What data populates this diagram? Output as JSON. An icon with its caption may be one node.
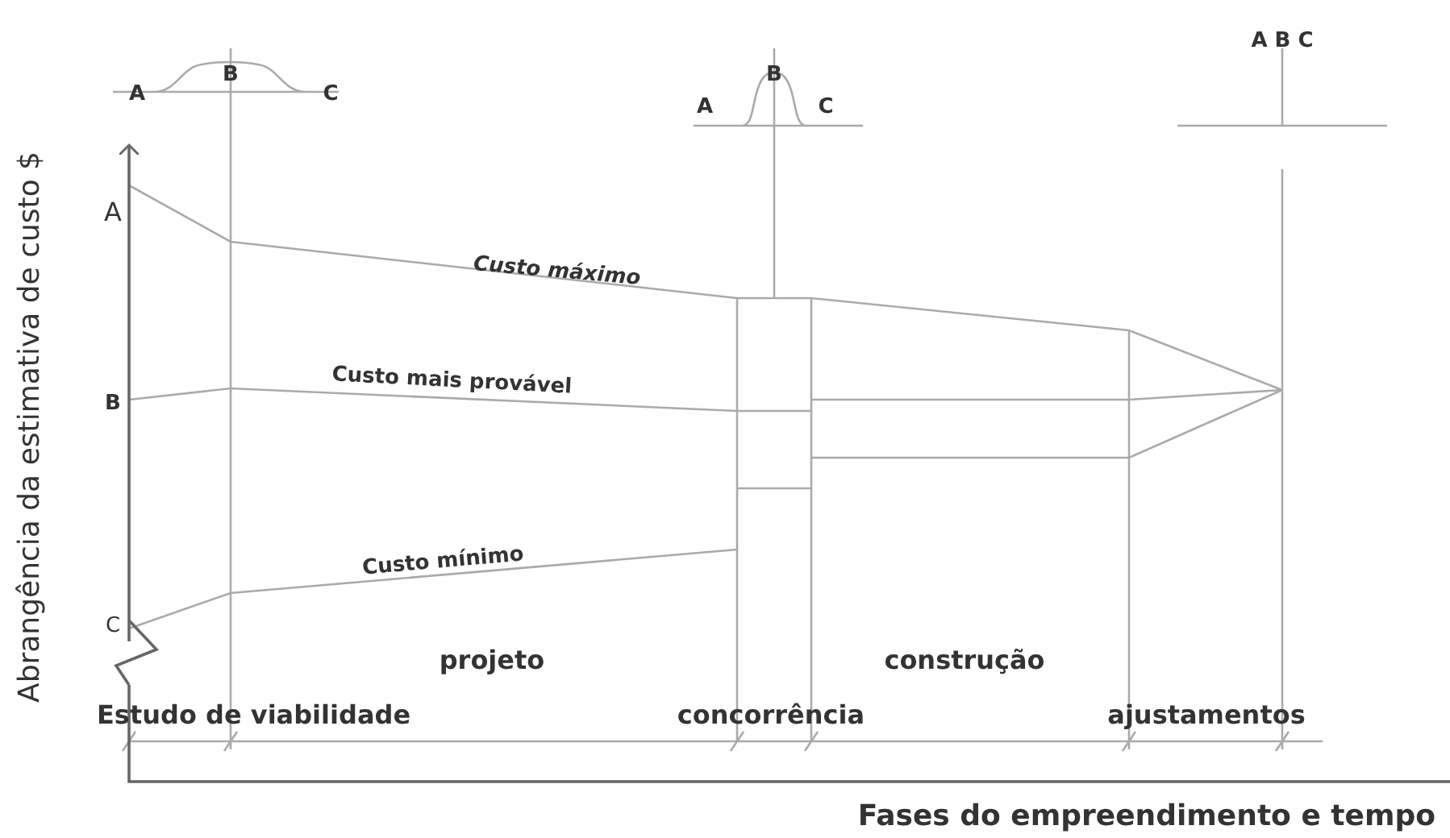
{
  "diagram": {
    "labels": [
      "B",
      "A",
      "C",
      "B",
      "A",
      "C",
      "A B C",
      "Abrangência da estimativa de custo $",
      "A",
      "Custo máximo",
      "B",
      "Custo mais provável",
      "Custo mínimo",
      "C",
      "projeto",
      "construção",
      "Estudo de viabilidade",
      "concorrência",
      "ajustamentos",
      "Fases do empreendimento e tempo"
    ]
  }
}
